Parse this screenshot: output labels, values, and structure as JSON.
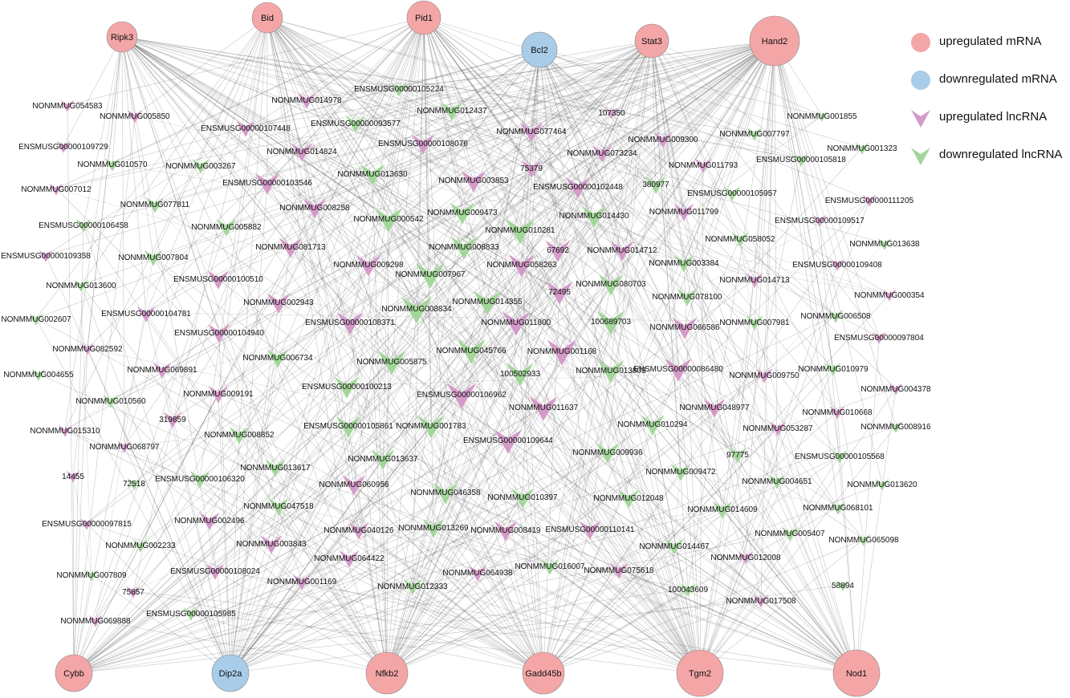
{
  "colors": {
    "up_mrna": "#f4a6a6",
    "down_mrna": "#a9cde9",
    "up_lnc": "#d49ac8",
    "down_lnc": "#a3d69a",
    "edge": "#555555"
  },
  "legend": [
    {
      "type": "up_mrna",
      "label": "upregulated mRNA"
    },
    {
      "type": "down_mrna",
      "label": "downregulated mRNA"
    },
    {
      "type": "up_lnc",
      "label": "upregulated lncRNA"
    },
    {
      "type": "down_lnc",
      "label": "downregulated lncRNA"
    }
  ],
  "hubs": [
    {
      "label": "Ripk3",
      "type": "up_mrna"
    },
    {
      "label": "Bid",
      "type": "up_mrna"
    },
    {
      "label": "Pid1",
      "type": "up_mrna"
    },
    {
      "label": "Bcl2",
      "type": "down_mrna"
    },
    {
      "label": "Stat3",
      "type": "up_mrna"
    },
    {
      "label": "Hand2",
      "type": "up_mrna"
    },
    {
      "label": "Cybb",
      "type": "up_mrna"
    },
    {
      "label": "Dip2a",
      "type": "down_mrna"
    },
    {
      "label": "Nfkb2",
      "type": "up_mrna"
    },
    {
      "label": "Gadd45b",
      "type": "up_mrna"
    },
    {
      "label": "Tgm2",
      "type": "up_mrna"
    },
    {
      "label": "Nod1",
      "type": "up_mrna"
    }
  ],
  "lnc_nodes": [
    {
      "label": "ENSMUSG00000105224",
      "type": "down_lnc"
    },
    {
      "label": "NONMMUG054583",
      "type": "up_lnc"
    },
    {
      "label": "NONMMUG014978",
      "type": "up_lnc"
    },
    {
      "label": "NONMMUG005850",
      "type": "up_lnc"
    },
    {
      "label": "NONMMUG012437",
      "type": "down_lnc"
    },
    {
      "label": "ENSMUSG00000093577",
      "type": "down_lnc"
    },
    {
      "label": "107350",
      "type": "up_lnc"
    },
    {
      "label": "NONMMUG001855",
      "type": "down_lnc"
    },
    {
      "label": "ENSMUSG00000107448",
      "type": "up_lnc"
    },
    {
      "label": "NONMMUG077464",
      "type": "up_lnc"
    },
    {
      "label": "NONMMUG007797",
      "type": "down_lnc"
    },
    {
      "label": "ENSMUSG00000109729",
      "type": "up_lnc"
    },
    {
      "label": "ENSMUSG00000108076",
      "type": "up_lnc"
    },
    {
      "label": "NONMMUG009300",
      "type": "up_lnc"
    },
    {
      "label": "NONMMUG001323",
      "type": "down_lnc"
    },
    {
      "label": "NONMMUG014824",
      "type": "up_lnc"
    },
    {
      "label": "NONMMUG073234",
      "type": "up_lnc"
    },
    {
      "label": "ENSMUSG00000105818",
      "type": "down_lnc"
    },
    {
      "label": "NONMMUG010570",
      "type": "down_lnc"
    },
    {
      "label": "NONMMUG003267",
      "type": "down_lnc"
    },
    {
      "label": "75379",
      "type": "up_lnc"
    },
    {
      "label": "NONMMUG011793",
      "type": "up_lnc"
    },
    {
      "label": "NONMMUG013630",
      "type": "down_lnc"
    },
    {
      "label": "NONMMUG003853",
      "type": "up_lnc"
    },
    {
      "label": "ENSMUSG00000103546",
      "type": "up_lnc"
    },
    {
      "label": "NONMMUG007012",
      "type": "up_lnc"
    },
    {
      "label": "ENSMUSG00000102448",
      "type": "up_lnc"
    },
    {
      "label": "380977",
      "type": "down_lnc"
    },
    {
      "label": "ENSMUSG00000105957",
      "type": "down_lnc"
    },
    {
      "label": "ENSMUSG00000111205",
      "type": "up_lnc"
    },
    {
      "label": "NONMMUG077811",
      "type": "down_lnc"
    },
    {
      "label": "NONMMUG008258",
      "type": "up_lnc"
    },
    {
      "label": "NONMMUG009473",
      "type": "down_lnc"
    },
    {
      "label": "NONMMUG014430",
      "type": "down_lnc"
    },
    {
      "label": "NONMMUG011799",
      "type": "up_lnc"
    },
    {
      "label": "ENSMUSG00000109517",
      "type": "up_lnc"
    },
    {
      "label": "ENSMUSG00000106458",
      "type": "down_lnc"
    },
    {
      "label": "NONMMUG005882",
      "type": "down_lnc"
    },
    {
      "label": "NONMMUG000542",
      "type": "down_lnc"
    },
    {
      "label": "NONMMUG010281",
      "type": "down_lnc"
    },
    {
      "label": "NONMMUG058052",
      "type": "down_lnc"
    },
    {
      "label": "NONMMUG013638",
      "type": "down_lnc"
    },
    {
      "label": "ENSMUSG00000109358",
      "type": "up_lnc"
    },
    {
      "label": "NONMMUG081713",
      "type": "up_lnc"
    },
    {
      "label": "NONMMUG008833",
      "type": "down_lnc"
    },
    {
      "label": "67692",
      "type": "up_lnc"
    },
    {
      "label": "NONMMUG014712",
      "type": "up_lnc"
    },
    {
      "label": "NONMMUG007804",
      "type": "down_lnc"
    },
    {
      "label": "NONMMUG009298",
      "type": "up_lnc"
    },
    {
      "label": "NONMMUG058263",
      "type": "up_lnc"
    },
    {
      "label": "NONMMUG003384",
      "type": "down_lnc"
    },
    {
      "label": "ENSMUSG00000109408",
      "type": "up_lnc"
    },
    {
      "label": "ENSMUSG00000100510",
      "type": "up_lnc"
    },
    {
      "label": "NONMMUG007967",
      "type": "down_lnc"
    },
    {
      "label": "NONMMUG080703",
      "type": "down_lnc"
    },
    {
      "label": "NONMMUG014713",
      "type": "up_lnc"
    },
    {
      "label": "NONMMUG013600",
      "type": "down_lnc"
    },
    {
      "label": "72495",
      "type": "up_lnc"
    },
    {
      "label": "NONMMUG078100",
      "type": "down_lnc"
    },
    {
      "label": "NONMMUG000354",
      "type": "up_lnc"
    },
    {
      "label": "NONMMUG002943",
      "type": "up_lnc"
    },
    {
      "label": "NONMMUG014355",
      "type": "down_lnc"
    },
    {
      "label": "ENSMUSG00000104781",
      "type": "up_lnc"
    },
    {
      "label": "NONMMUG008834",
      "type": "down_lnc"
    },
    {
      "label": "NONMMUG006508",
      "type": "down_lnc"
    },
    {
      "label": "NONMMUG002607",
      "type": "down_lnc"
    },
    {
      "label": "ENSMUSG00000108371",
      "type": "up_lnc"
    },
    {
      "label": "NONMMUG011800",
      "type": "up_lnc"
    },
    {
      "label": "100689703",
      "type": "down_lnc"
    },
    {
      "label": "NONMMUG007981",
      "type": "down_lnc"
    },
    {
      "label": "NONMMUG066586",
      "type": "up_lnc"
    },
    {
      "label": "ENSMUSG00000104940",
      "type": "up_lnc"
    },
    {
      "label": "ENSMUSG00000097804",
      "type": "up_lnc"
    },
    {
      "label": "NONMMUG082592",
      "type": "up_lnc"
    },
    {
      "label": "NONMMUG045766",
      "type": "down_lnc"
    },
    {
      "label": "NONMMUG001168",
      "type": "up_lnc"
    },
    {
      "label": "NONMMUG006734",
      "type": "down_lnc"
    },
    {
      "label": "NONMMUG005875",
      "type": "down_lnc"
    },
    {
      "label": "NONMMUG013803",
      "type": "down_lnc"
    },
    {
      "label": "ENSMUSG00000086480",
      "type": "up_lnc"
    },
    {
      "label": "NONMMUG010979",
      "type": "down_lnc"
    },
    {
      "label": "NONMMUG069891",
      "type": "up_lnc"
    },
    {
      "label": "100502933",
      "type": "down_lnc"
    },
    {
      "label": "NONMMUG009750",
      "type": "up_lnc"
    },
    {
      "label": "NONMMUG004655",
      "type": "down_lnc"
    },
    {
      "label": "ENSMUSG00000100213",
      "type": "down_lnc"
    },
    {
      "label": "NONMMUG004378",
      "type": "up_lnc"
    },
    {
      "label": "NONMMUG009191",
      "type": "up_lnc"
    },
    {
      "label": "ENSMUSG00000106962",
      "type": "up_lnc"
    },
    {
      "label": "NONMMUG048977",
      "type": "up_lnc"
    },
    {
      "label": "NONMMUG010560",
      "type": "down_lnc"
    },
    {
      "label": "NONMMUG011637",
      "type": "up_lnc"
    },
    {
      "label": "NONMMUG010668",
      "type": "up_lnc"
    },
    {
      "label": "319859",
      "type": "up_lnc"
    },
    {
      "label": "ENSMUSG00000105861",
      "type": "down_lnc"
    },
    {
      "label": "NONMMUG001783",
      "type": "down_lnc"
    },
    {
      "label": "NONMMUG010294",
      "type": "down_lnc"
    },
    {
      "label": "NONMMUG053287",
      "type": "up_lnc"
    },
    {
      "label": "NONMMUG015310",
      "type": "up_lnc"
    },
    {
      "label": "NONMMUG008852",
      "type": "down_lnc"
    },
    {
      "label": "ENSMUSG00000109644",
      "type": "up_lnc"
    },
    {
      "label": "NONMMUG008916",
      "type": "down_lnc"
    },
    {
      "label": "NONMMUG068797",
      "type": "up_lnc"
    },
    {
      "label": "NONMMUG009936",
      "type": "down_lnc"
    },
    {
      "label": "97775",
      "type": "down_lnc"
    },
    {
      "label": "ENSMUSG00000105568",
      "type": "down_lnc"
    },
    {
      "label": "NONMMUG013637",
      "type": "down_lnc"
    },
    {
      "label": "NONMMUG013617",
      "type": "down_lnc"
    },
    {
      "label": "NONMMUG009472",
      "type": "down_lnc"
    },
    {
      "label": "14455",
      "type": "up_lnc"
    },
    {
      "label": "ENSMUSG00000106320",
      "type": "down_lnc"
    },
    {
      "label": "NONMMUG004651",
      "type": "down_lnc"
    },
    {
      "label": "72518",
      "type": "down_lnc"
    },
    {
      "label": "NONMMUG060956",
      "type": "up_lnc"
    },
    {
      "label": "NONMMUG013620",
      "type": "down_lnc"
    },
    {
      "label": "NONMMUG046358",
      "type": "down_lnc"
    },
    {
      "label": "NONMMUG010397",
      "type": "down_lnc"
    },
    {
      "label": "NONMMUG047518",
      "type": "down_lnc"
    },
    {
      "label": "NONMMUG012048",
      "type": "down_lnc"
    },
    {
      "label": "NONMMUG014609",
      "type": "down_lnc"
    },
    {
      "label": "NONMMUG068101",
      "type": "down_lnc"
    },
    {
      "label": "ENSMUSG00000097815",
      "type": "up_lnc"
    },
    {
      "label": "NONMMUG002496",
      "type": "up_lnc"
    },
    {
      "label": "NONMMUG040126",
      "type": "up_lnc"
    },
    {
      "label": "NONMMUG013269",
      "type": "down_lnc"
    },
    {
      "label": "NONMMUG008419",
      "type": "up_lnc"
    },
    {
      "label": "ENSMUSG00000110141",
      "type": "up_lnc"
    },
    {
      "label": "NONMMUG005407",
      "type": "down_lnc"
    },
    {
      "label": "NONMMUG065098",
      "type": "down_lnc"
    },
    {
      "label": "NONMMUG002233",
      "type": "down_lnc"
    },
    {
      "label": "NONMMUG003843",
      "type": "up_lnc"
    },
    {
      "label": "NONMMUG064422",
      "type": "up_lnc"
    },
    {
      "label": "NONMMUG014467",
      "type": "down_lnc"
    },
    {
      "label": "NONMMUG012008",
      "type": "up_lnc"
    },
    {
      "label": "ENSMUSG00000108024",
      "type": "up_lnc"
    },
    {
      "label": "NONMMUG016007",
      "type": "down_lnc"
    },
    {
      "label": "NONMMUG064938",
      "type": "up_lnc"
    },
    {
      "label": "NONMMUG075618",
      "type": "up_lnc"
    },
    {
      "label": "NONMMUG007809",
      "type": "down_lnc"
    },
    {
      "label": "NONMMUG001169",
      "type": "up_lnc"
    },
    {
      "label": "NONMMUG012333",
      "type": "down_lnc"
    },
    {
      "label": "100043609",
      "type": "down_lnc"
    },
    {
      "label": "58894",
      "type": "down_lnc"
    },
    {
      "label": "75857",
      "type": "up_lnc"
    },
    {
      "label": "NONMMUG017508",
      "type": "up_lnc"
    },
    {
      "label": "ENSMUSG00000105985",
      "type": "down_lnc"
    },
    {
      "label": "NONMMUG069888",
      "type": "up_lnc"
    }
  ]
}
